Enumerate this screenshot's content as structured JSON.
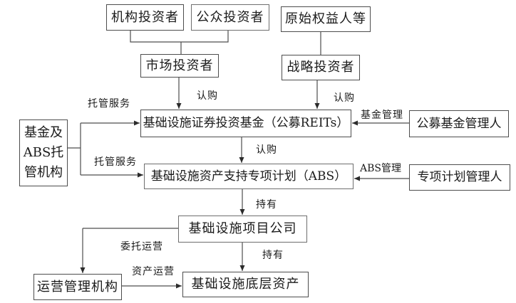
{
  "colors": {
    "background": "#ffffff",
    "line": "#4d4d4d",
    "box_border": "#4d4d4d",
    "text": "#1a1a1a"
  },
  "boxes": {
    "institutional_investor": "机构投资者",
    "public_investor": "公众投资者",
    "original_equity_holder": "原始权益人等",
    "market_investor": "市场投资者",
    "strategic_investor": "战略投资者",
    "reits_fund": "基础设施证券投资基金（公募REITs）",
    "public_fund_manager": "公募基金管理人",
    "abs_plan": "基础设施资产支持专项计划（ABS）",
    "special_plan_manager": "专项计划管理人",
    "custodian_lines": [
      "基金及",
      "ABS托",
      "管机构"
    ],
    "project_company": "基础设施项目公司",
    "operation_manager": "运营管理机构",
    "underlying_asset": "基础设施底层资产"
  },
  "edge_labels": {
    "custody_service_top": "托管服务",
    "custody_service_bottom": "托管服务",
    "subscribe_market": "认购",
    "subscribe_strategic": "认购",
    "subscribe_reits_to_abs": "认购",
    "fund_management": "基金管理",
    "abs_management": "ABS管理",
    "hold_abs_to_project": "持有",
    "hold_project_to_asset": "持有",
    "entrusted_operation": "委托运营",
    "asset_operation": "资产运营"
  }
}
